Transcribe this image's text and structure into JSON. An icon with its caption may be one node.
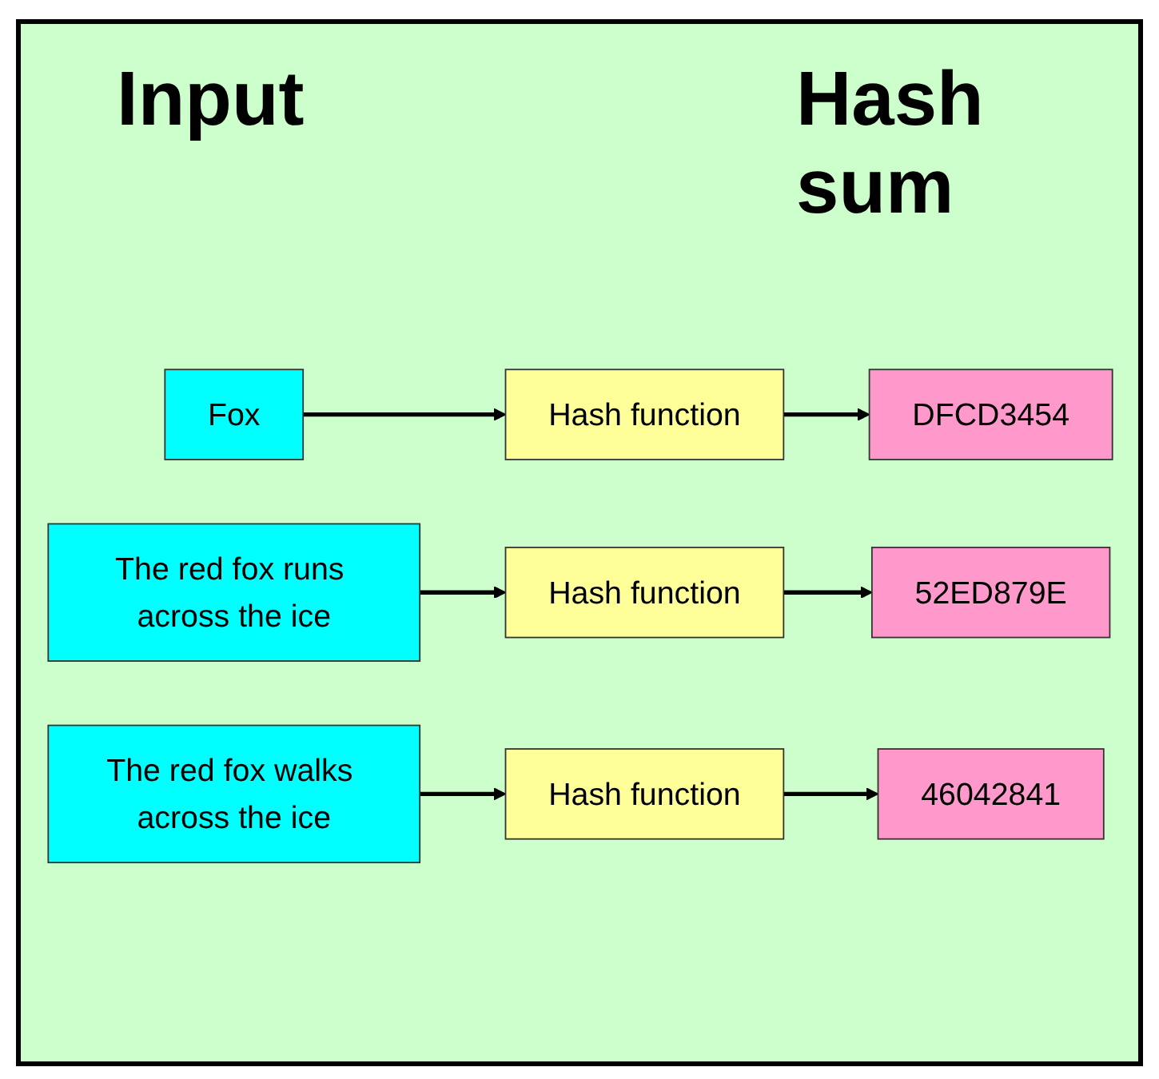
{
  "diagram": {
    "nodes": [
      {
        "text": [
          "Fox"
        ]
      },
      {
        "text": [
          "Hash function"
        ]
      },
      {
        "text": [
          "DFCD3454"
        ]
      },
      {
        "text": [
          "The red fox runs across the ice"
        ]
      },
      {
        "text": [
          "Hash function"
        ]
      },
      {
        "text": [
          "52ED879E"
        ]
      },
      {
        "text": [
          "The red fox walks across the ice"
        ]
      },
      {
        "text": [
          "Hash function"
        ]
      },
      {
        "text": [
          "46042841"
        ]
      }
    ],
    "edges": [
      {
        "from": 0,
        "to": 1,
        "arrow": "to"
      },
      {
        "from": 1,
        "to": 2,
        "arrow": "to"
      },
      {
        "from": 3,
        "to": 4,
        "arrow": "to"
      },
      {
        "from": 4,
        "to": 5,
        "arrow": "to"
      },
      {
        "from": 6,
        "to": 7,
        "arrow": "to"
      },
      {
        "from": 7,
        "to": 8,
        "arrow": "to"
      }
    ],
    "labels": [
      "Input",
      "Hash sum"
    ]
  }
}
